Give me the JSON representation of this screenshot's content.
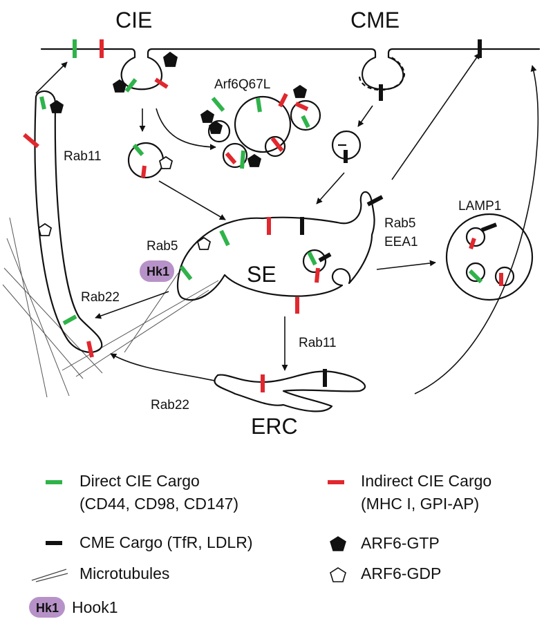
{
  "diagram": {
    "labels": {
      "cie": "CIE",
      "cme": "CME",
      "arf6q67l": "Arf6Q67L",
      "rab11_recycling": "Rab11",
      "rab5_se": "Rab5",
      "hk1": "Hk1",
      "rab22_upper": "Rab22",
      "se": "SE",
      "rab5_right": "Rab5",
      "eea1": "EEA1",
      "lamp1": "LAMP1",
      "rab11_erc": "Rab11",
      "rab22_lower": "Rab22",
      "erc": "ERC"
    },
    "legend": {
      "direct_line1": "Direct CIE Cargo",
      "direct_line2": "(CD44, CD98, CD147)",
      "indirect_line1": "Indirect CIE Cargo",
      "indirect_line2": "(MHC I, GPI-AP)",
      "cme_cargo": "CME Cargo (TfR, LDLR)",
      "arf6_gtp": "ARF6-GTP",
      "microtubules": "Microtubules",
      "arf6_gdp": "ARF6-GDP",
      "hk1_badge": "Hk1",
      "hook1": "Hook1"
    },
    "colors": {
      "direct_cie_cargo": "#2fb34a",
      "indirect_cie_cargo": "#e0282e",
      "cme_cargo": "#111111",
      "hook1": "#b792c8",
      "membrane": "#111111"
    }
  }
}
